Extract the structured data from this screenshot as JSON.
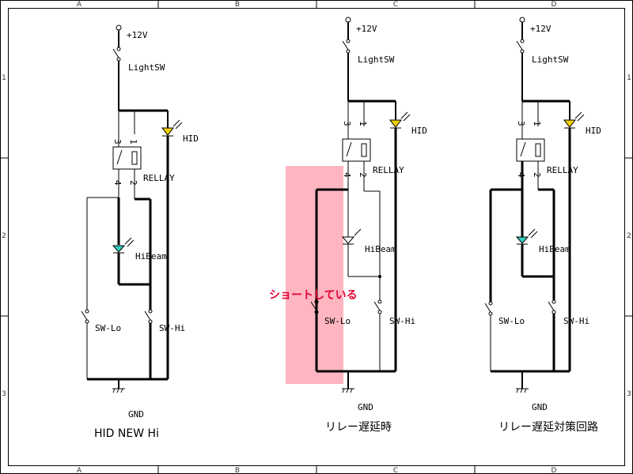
{
  "frame": {
    "columns": [
      "A",
      "B",
      "C",
      "D"
    ],
    "rows": [
      "1",
      "2",
      "3"
    ]
  },
  "circuits": [
    {
      "caption": "HID NEW Hi",
      "supply": "+12V",
      "switch_light": "LightSW",
      "hid": "HID",
      "relay": "RELLAY",
      "relay_pins": [
        "3",
        "1",
        "4",
        "2"
      ],
      "hibeam": "HiBeam",
      "sw_lo": "SW-Lo",
      "sw_hi": "SW-Hi",
      "ground": "GND"
    },
    {
      "caption": "リレー遅延時",
      "supply": "+12V",
      "switch_light": "LightSW",
      "hid": "HID",
      "relay": "RELLAY",
      "relay_pins": [
        "3",
        "1",
        "4",
        "2"
      ],
      "hibeam": "HiBeam",
      "sw_lo": "SW-Lo",
      "sw_hi": "SW-Hi",
      "ground": "GND",
      "note": "ショートしている"
    },
    {
      "caption": "リレー遅延対策回路",
      "supply": "+12V",
      "switch_light": "LightSW",
      "hid": "HID",
      "relay": "RELLAY",
      "relay_pins": [
        "3",
        "1",
        "4",
        "2"
      ],
      "hibeam": "HiBeam",
      "sw_lo": "SW-Lo",
      "sw_hi": "SW-Hi",
      "ground": "GND"
    }
  ],
  "colors": {
    "highlight": "#ffb6c1",
    "hid_lamp": "#f0d000",
    "hibeam_lamp": "#30d0c0",
    "note": "#e60033"
  }
}
